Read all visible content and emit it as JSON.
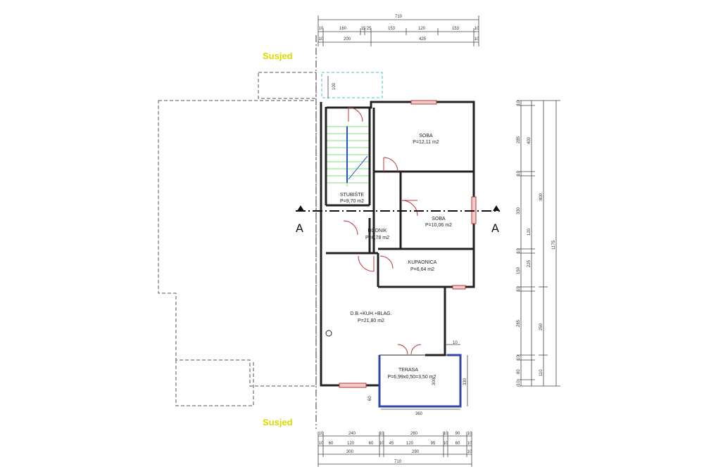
{
  "neighbor_label": "Susjed",
  "section_label": "A",
  "rooms": {
    "soba1": {
      "name": "SOBA",
      "area": "P=12,11 m2"
    },
    "soba2": {
      "name": "SOBA",
      "area": "P=10,06 m2"
    },
    "stubiste": {
      "name": "STUBIŠTE",
      "area": "P=9,70 m2"
    },
    "hodnik": {
      "name": "HODNIK",
      "area": "P=6,78 m2"
    },
    "kupaonica": {
      "name": "KUPAONICA",
      "area": "P=6,64 m2"
    },
    "dnevni": {
      "name": "D.B.+KUH.+BLAG.",
      "area": "P=21,80 m2"
    },
    "terasa": {
      "name": "TERASA",
      "area": "P=6,99x0,50=3,50 m2"
    }
  },
  "dims_top": {
    "total": "710",
    "row2": [
      "10",
      "160",
      "15",
      "25",
      "153",
      "120",
      "153",
      "10"
    ],
    "row3": [
      "10",
      "200",
      "425",
      "10"
    ]
  },
  "dims_bottom": {
    "row1": [
      "10",
      "240",
      "10",
      "260",
      "10",
      "90",
      "10"
    ],
    "row2": [
      "10",
      "60",
      "120",
      "60",
      "10",
      "45",
      "120",
      "95",
      "10",
      "60",
      "10"
    ],
    "row3": [
      "300",
      "290",
      "10"
    ],
    "total": "710"
  },
  "dims_right": {
    "row1": [
      "10",
      "285",
      "10",
      "330",
      "10",
      "150",
      "10",
      "285",
      "10",
      "80",
      "10"
    ],
    "row2": [
      "400",
      "120",
      "225",
      "250",
      "110"
    ],
    "row3": [
      "800"
    ],
    "total": "1175"
  },
  "dims_misc": {
    "stair_gap": "100",
    "terrace_width": "360",
    "terrace_depth": "330",
    "terrace_wall": "10",
    "terrace_left": "60",
    "terrace_inner": "300"
  }
}
